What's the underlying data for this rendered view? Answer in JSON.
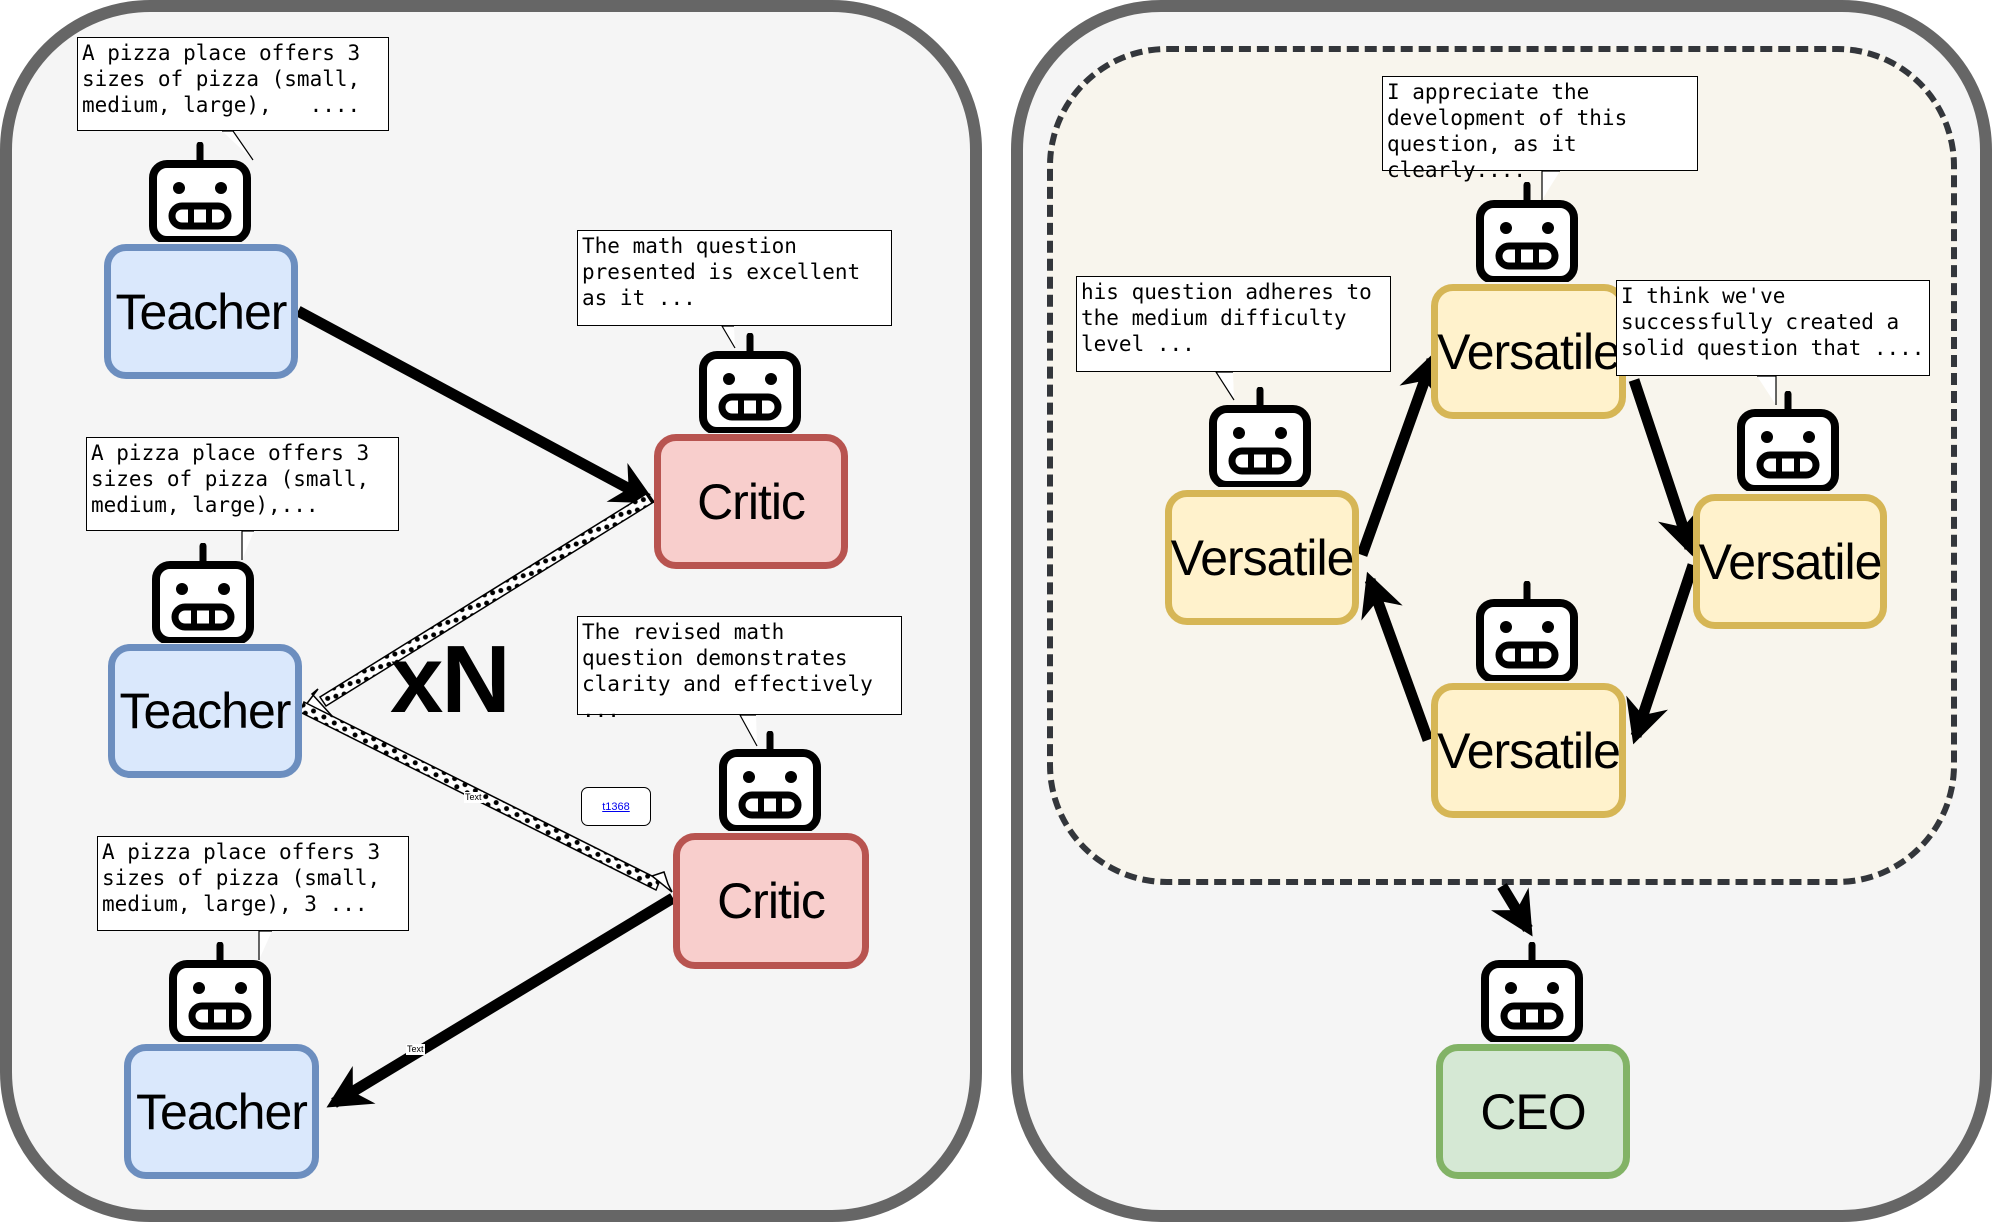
{
  "left_panel": {
    "multiplier_label": "xN",
    "link_label": "t1368",
    "edge_labels": [
      "Text",
      "Text"
    ],
    "agents": [
      {
        "role": "Teacher",
        "speech": "A pizza place offers 3\nsizes of pizza (small,\nmedium, large),   ...."
      },
      {
        "role": "Critic",
        "speech": "The math question\npresented is excellent\nas it ..."
      },
      {
        "role": "Teacher",
        "speech": "A pizza place offers 3\nsizes of pizza (small,\nmedium, large),..."
      },
      {
        "role": "Critic",
        "speech": "The revised math\nquestion demonstrates\nclarity and effectively\n..."
      },
      {
        "role": "Teacher",
        "speech": "A pizza place offers 3\nsizes of pizza (small,\nmedium, large), 3 ..."
      }
    ]
  },
  "right_panel": {
    "agents": [
      {
        "role": "Versatile",
        "speech": "his question adheres to\nthe medium difficulty\nlevel ..."
      },
      {
        "role": "Versatile",
        "speech": "I appreciate the\ndevelopment of this\nquestion, as it\nclearly...."
      },
      {
        "role": "Versatile",
        "speech": "I think we've\nsuccessfully created a\nsolid question that ...."
      },
      {
        "role": "Versatile",
        "speech": ""
      },
      {
        "role": "CEO",
        "speech": ""
      }
    ]
  },
  "colors": {
    "teacher_fill": "#dae8fc",
    "teacher_stroke": "#6c8ebf",
    "critic_fill": "#f8cecc",
    "critic_stroke": "#b85450",
    "versatile_fill": "#fff2cc",
    "versatile_stroke": "#d6b656",
    "ceo_fill": "#d5e8d4",
    "ceo_stroke": "#82b366",
    "panel_border": "#666666",
    "panel_fill": "#f5f5f5",
    "group_fill": "#f8f5ed"
  }
}
